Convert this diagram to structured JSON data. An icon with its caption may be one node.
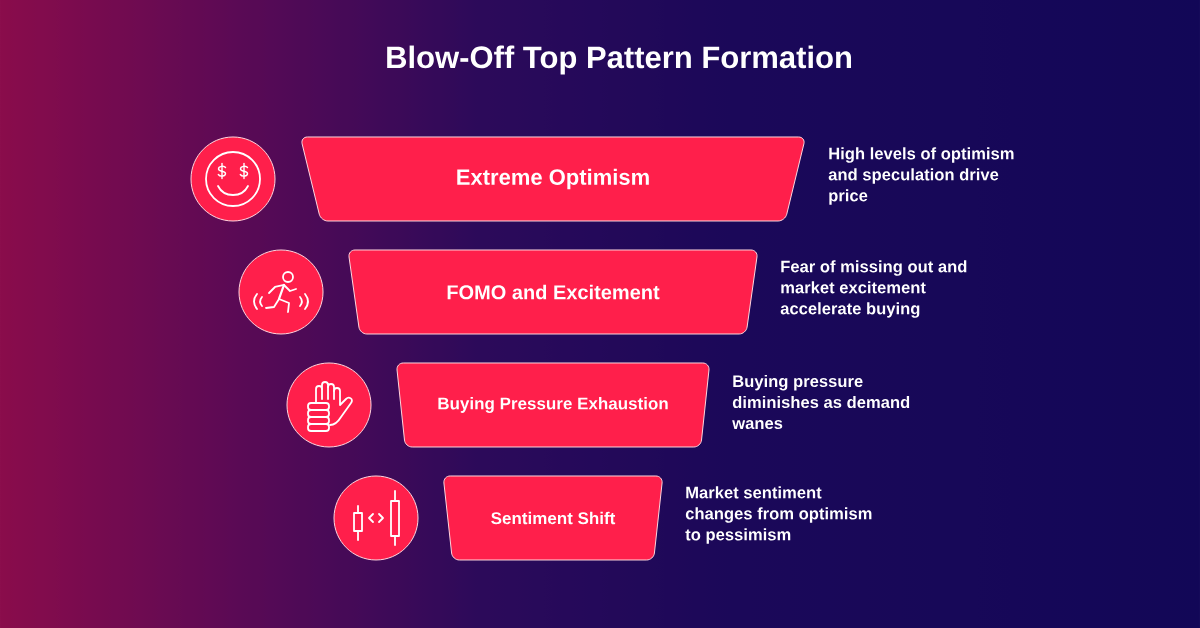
{
  "diagram": {
    "title": "Blow-Off Top Pattern Formation",
    "nodes": [
      {
        "text": [
          "Extreme Optimism"
        ],
        "beside": [
          "High levels of optimism and speculation drive price"
        ]
      },
      {
        "text": [
          "FOMO and Excitement"
        ],
        "beside": [
          "Fear of missing out and market excitement accelerate buying"
        ]
      },
      {
        "text": [
          "Buying Pressure Exhaustion"
        ],
        "beside": [
          "Buying pressure diminishes as demand wanes"
        ]
      },
      {
        "text": [
          "Sentiment Shift"
        ],
        "beside": [
          "Market sentiment changes from optimism to pessimism"
        ]
      }
    ]
  }
}
